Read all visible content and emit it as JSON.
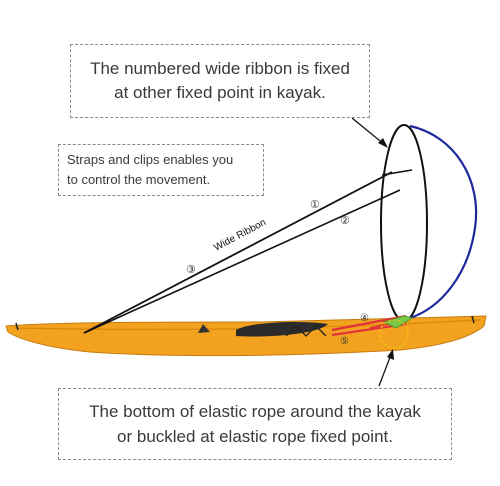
{
  "callouts": {
    "top": {
      "line1": "The numbered wide ribbon is fixed",
      "line2": "at other fixed point in kayak."
    },
    "middle": {
      "line1": "Straps and clips enables you",
      "line2": "to control the movement."
    },
    "bottom": {
      "line1": "The bottom of elastic rope around the kayak",
      "line2": "or buckled at elastic rope fixed point."
    }
  },
  "labels": {
    "wide_ribbon": "Wide Ribbon",
    "marker_1": "①",
    "marker_2": "②",
    "marker_3": "③",
    "marker_4": "④",
    "marker_5": "⑤"
  },
  "colors": {
    "kayak": "#f2a21e",
    "elastic_rope": "#1e2a9c",
    "straps": "#e0323a",
    "clip": "#7cc94a",
    "ribbon": "#111111"
  }
}
